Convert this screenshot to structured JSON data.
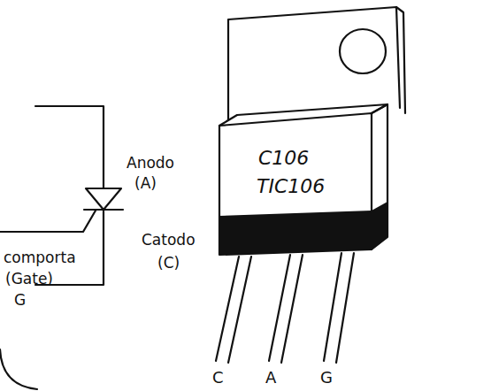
{
  "diagram": {
    "labels": [
      "Anodo",
      "(A)",
      "Catodo",
      "(C)",
      "comporta",
      "(Gate)",
      "G",
      "C106",
      "TIC106",
      "C",
      "A",
      "G"
    ]
  }
}
